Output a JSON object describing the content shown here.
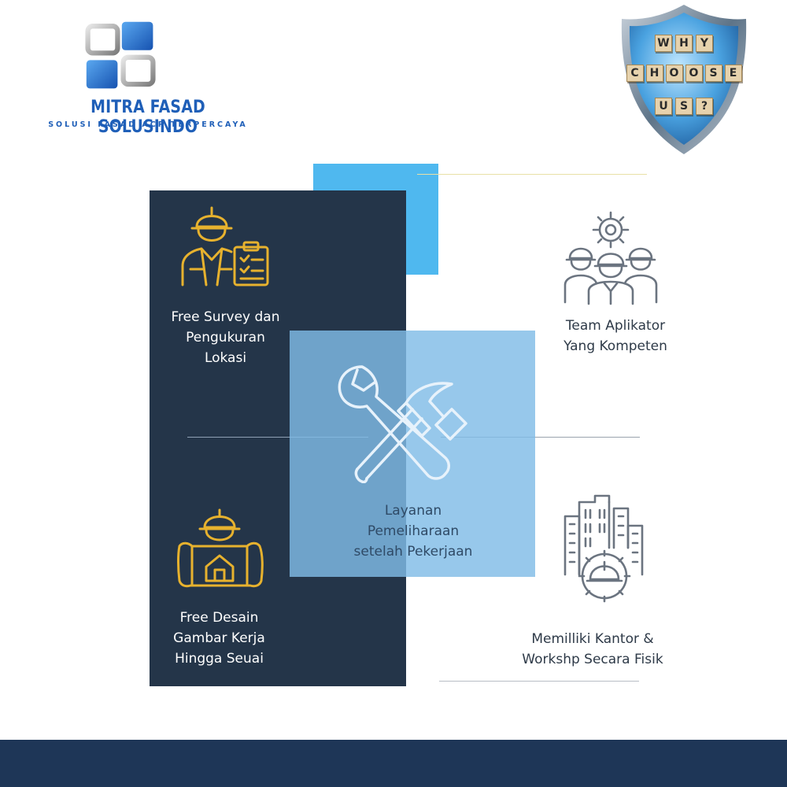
{
  "brand": {
    "name": "MITRA FASAD SOLUSINDO",
    "tagline": "SOLUSI FASAD ACP TERPERCAYA"
  },
  "badge": {
    "rows": [
      [
        "W",
        "H",
        "Y"
      ],
      [
        "C",
        "H",
        "O",
        "O",
        "S",
        "E"
      ],
      [
        "U",
        "S",
        "?"
      ]
    ]
  },
  "features": {
    "survey": {
      "icon": "surveyor-clipboard-icon",
      "lines": [
        "Free Survey dan",
        "Pengukuran",
        "Lokasi"
      ]
    },
    "design": {
      "icon": "worker-blueprint-icon",
      "lines": [
        "Free Desain",
        "Gambar Kerja",
        "Hingga Seuai"
      ]
    },
    "service": {
      "icon": "wrench-hammer-icon",
      "lines": [
        "Layanan",
        "Pemeliharaan",
        "setelah Pekerjaan"
      ]
    },
    "team": {
      "icon": "team-gear-icon",
      "lines": [
        "Team Aplikator",
        "Yang Kompeten"
      ]
    },
    "office": {
      "icon": "building-helmet-icon",
      "lines": [
        "Memilliki Kantor &",
        "Workshp Secara Fisik"
      ]
    }
  },
  "colors": {
    "dark_panel": "#243549",
    "accent_blue": "#4fb8ef",
    "gold_icon": "#e7b22e",
    "gray_icon": "#6b7480",
    "footer": "#1e3657"
  }
}
